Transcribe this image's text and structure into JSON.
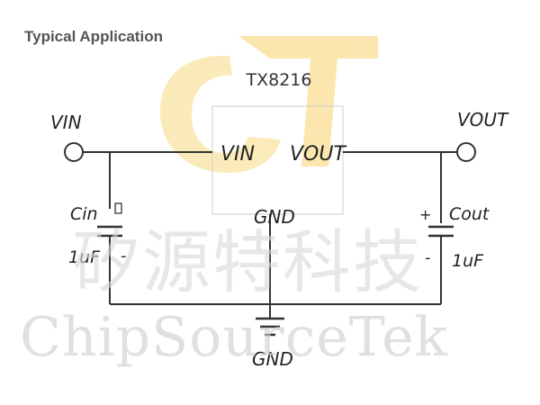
{
  "heading": "Typical Application",
  "chip": {
    "part_number": "TX8216",
    "pin_in": "VIN",
    "pin_out": "VOUT",
    "pin_gnd": "GND"
  },
  "terminals": {
    "input": "VIN",
    "output": "VOUT",
    "ground": "GND"
  },
  "cin": {
    "name": "Cin",
    "value": "1uF",
    "minus": "-"
  },
  "cout": {
    "name": "Cout",
    "value": "1uF",
    "plus": "+",
    "minus": "-"
  },
  "watermark": {
    "chinese": "矽源特科技",
    "english": "ChipSourceTek",
    "logo_colors": [
      "#f5c542",
      "#f7d97a"
    ]
  }
}
